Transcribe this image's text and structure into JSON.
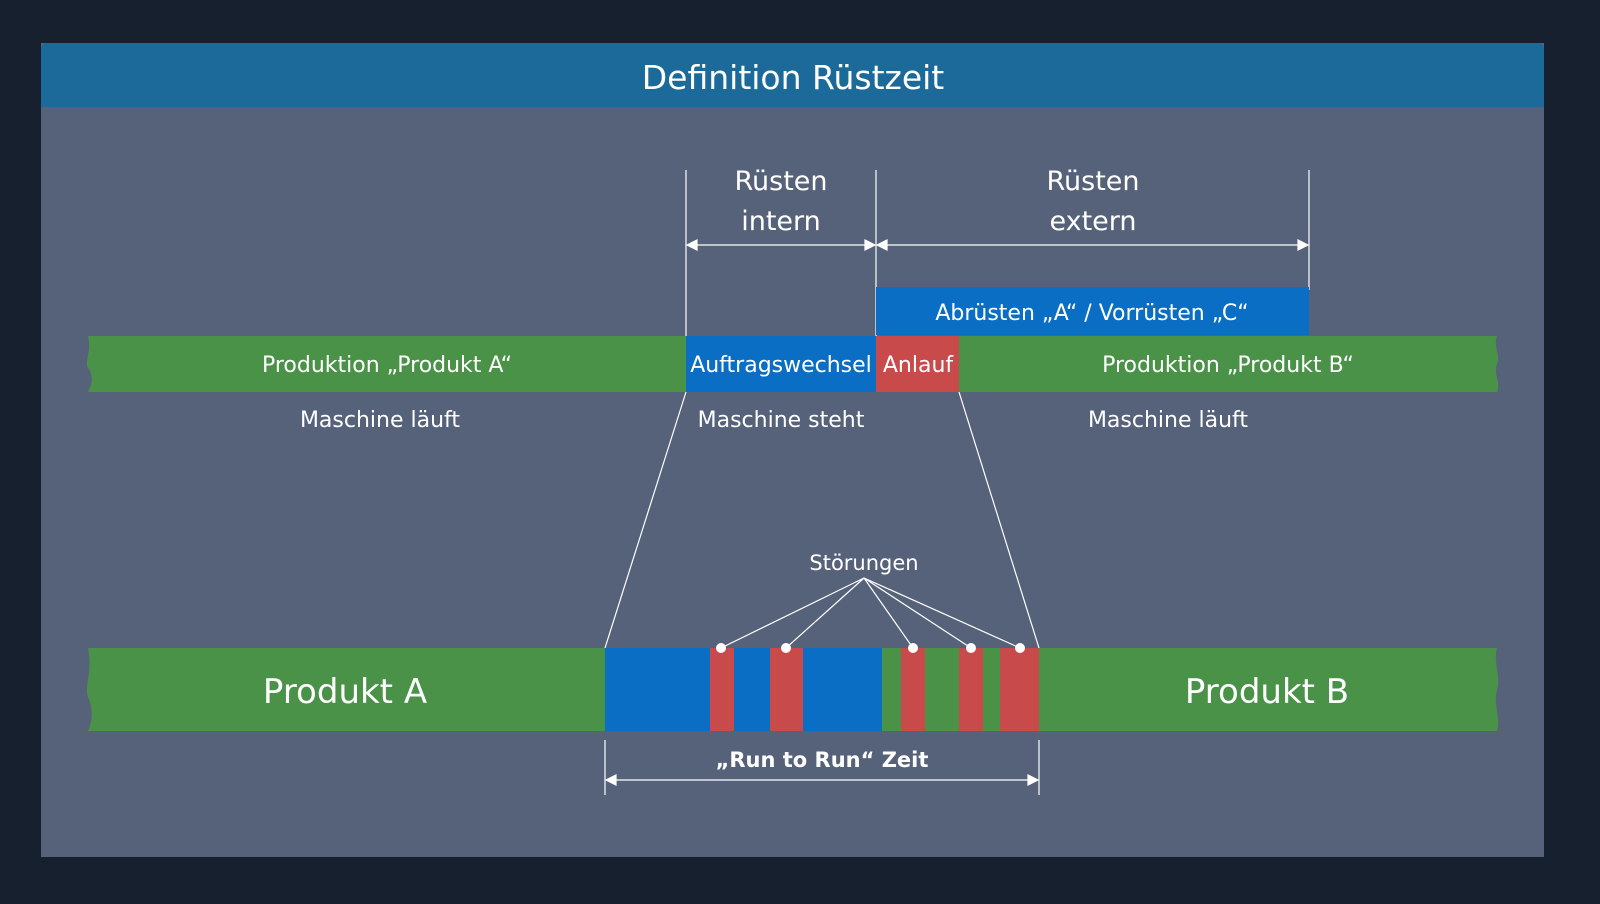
{
  "title": "Definition Rüstzeit",
  "colors": {
    "background": "#17202e",
    "panel": "#56627a",
    "header": "#1c6a9a",
    "green": "#4a9247",
    "blue": "#0a6fc4",
    "red": "#c84a4a",
    "line": "#ffffff"
  },
  "timeline": {
    "labels": {
      "ruesten_intern": [
        "Rüsten",
        "intern"
      ],
      "ruesten_extern": [
        "Rüsten",
        "extern"
      ],
      "abruesten": "Abrüsten „A“ / Vorrüsten „C“",
      "produktion_a": "Produktion „Produkt A“",
      "auftragswechsel": "Auftragswechsel",
      "anlauf": "Anlauf",
      "produktion_b": "Produktion „Produkt B“",
      "maschine_laeuft_1": "Maschine läuft",
      "maschine_steht": "Maschine steht",
      "maschine_laeuft_2": "Maschine läuft"
    }
  },
  "detail": {
    "produkt_a": "Produkt A",
    "produkt_b": "Produkt B",
    "stoerungen": "Störungen",
    "run_to_run": "„Run to Run“ Zeit"
  }
}
